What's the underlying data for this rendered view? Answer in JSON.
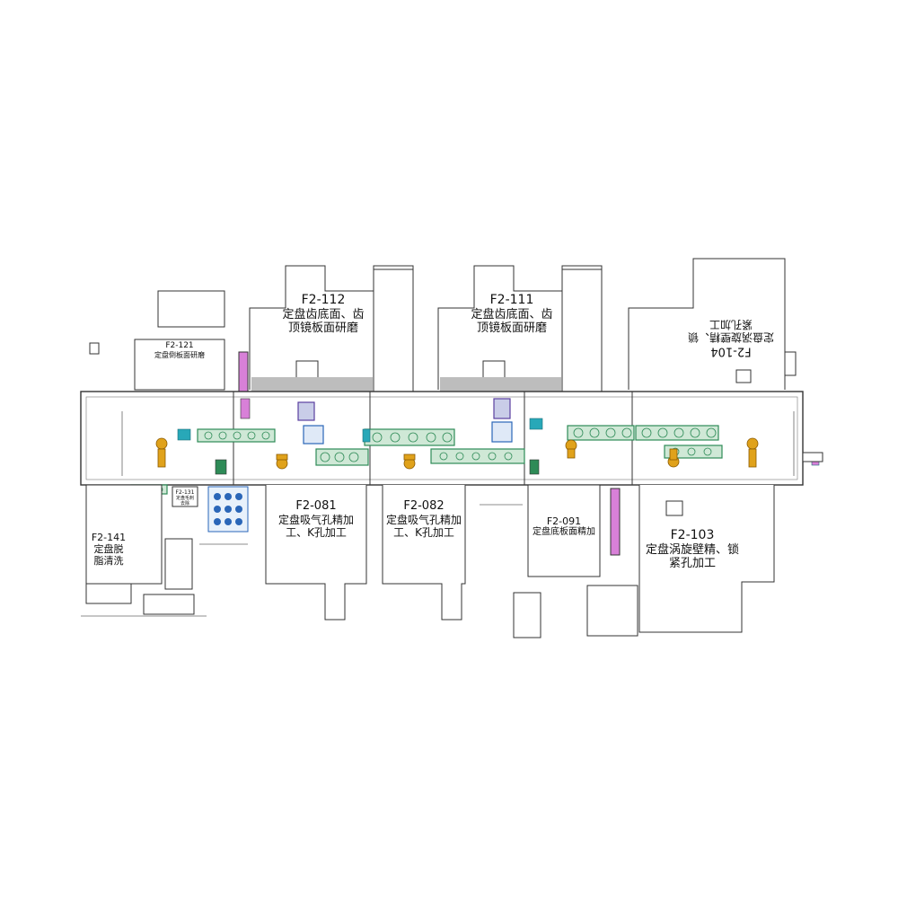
{
  "stations": {
    "f2_112": {
      "code": "F2-112",
      "name_line1": "定盘齿底面、齿",
      "name_line2": "顶镜板面研磨"
    },
    "f2_111": {
      "code": "F2-111",
      "name_line1": "定盘齿底面、齿",
      "name_line2": "顶镜板面研磨"
    },
    "f2_104": {
      "code": "F2-104",
      "name_line1": "定盘涡旋壁精、锁",
      "name_line2": "紧孔加工"
    },
    "f2_121": {
      "code": "F2-121",
      "name_line1": "定盘倒板面研磨",
      "name_line2": ""
    },
    "f2_141": {
      "code": "F2-141",
      "name_line1": "定盘脱",
      "name_line2": "脂清洗"
    },
    "f2_131": {
      "code": "F2-131",
      "name_line1": "定盘毛刺",
      "name_line2": "去除"
    },
    "f2_081": {
      "code": "F2-081",
      "name_line1": "定盘吸气孔精加",
      "name_line2": "工、K孔加工"
    },
    "f2_082": {
      "code": "F2-082",
      "name_line1": "定盘吸气孔精加",
      "name_line2": "工、K孔加工"
    },
    "f2_091": {
      "code": "F2-091",
      "name_line1": "定盘底板面精加",
      "name_line2": ""
    },
    "f2_103": {
      "code": "F2-103",
      "name_line1": "定盘涡旋壁精、锁",
      "name_line2": "紧孔加工"
    }
  },
  "colors": {
    "outline": "#333333",
    "conveyor": "#2e8b57",
    "conveyor_fill": "#cfe8d6",
    "robot": "#e0a21b",
    "accent_cyan": "#28a8b8",
    "accent_magenta": "#d880d8",
    "gray_zone": "#bdbdbd",
    "blue_cell": "#2a66b8",
    "purple_cell": "#5a3fa0"
  }
}
